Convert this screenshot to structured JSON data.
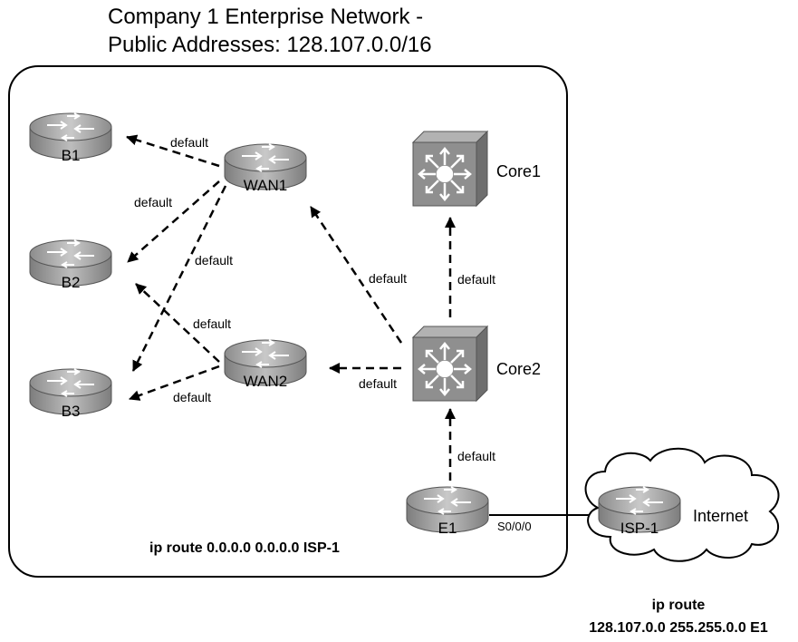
{
  "title": {
    "line1": "Company 1 Enterprise Network -",
    "line2": "Public Addresses: 128.107.0.0/16"
  },
  "routers": {
    "b1": "B1",
    "b2": "B2",
    "b3": "B3",
    "wan1": "WAN1",
    "wan2": "WAN2",
    "e1": "E1",
    "isp1": "ISP-1"
  },
  "switches": {
    "core1": "Core1",
    "core2": "Core2"
  },
  "cloud_label": "Internet",
  "interface_label": "S0/0/0",
  "route_label": "default",
  "commands": {
    "e1_route": "ip route 0.0.0.0 0.0.0.0 ISP-1",
    "isp_route_line1": "ip route",
    "isp_route_line2": "128.107.0.0 255.255.0.0 E1"
  },
  "colors": {
    "router_body": "#a6a6a6",
    "switch_body": "#8f8f8f",
    "line": "#000000"
  }
}
